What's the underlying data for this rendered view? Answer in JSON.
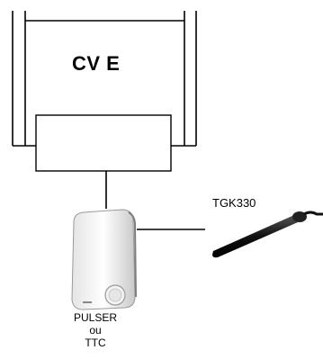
{
  "unit": {
    "title": "CV E"
  },
  "sensor": {
    "label": "TGK330"
  },
  "controller": {
    "label_lines": [
      "PULSER",
      "ou",
      "TTC"
    ]
  }
}
